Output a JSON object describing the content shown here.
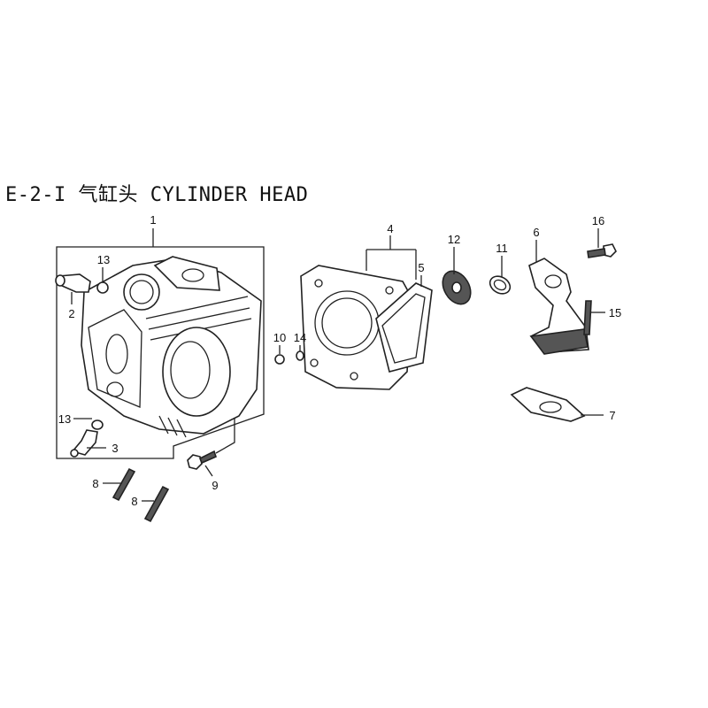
{
  "title": "E-2-I 气缸头 CYLINDER HEAD",
  "callouts": {
    "c1": "1",
    "c2": "2",
    "c3": "3",
    "c4": "4",
    "c5": "5",
    "c6": "6",
    "c7": "7",
    "c8a": "8",
    "c8b": "8",
    "c9": "9",
    "c10": "10",
    "c11": "11",
    "c12": "12",
    "c13a": "13",
    "c13b": "13",
    "c14": "14",
    "c15": "15",
    "c16": "16"
  }
}
